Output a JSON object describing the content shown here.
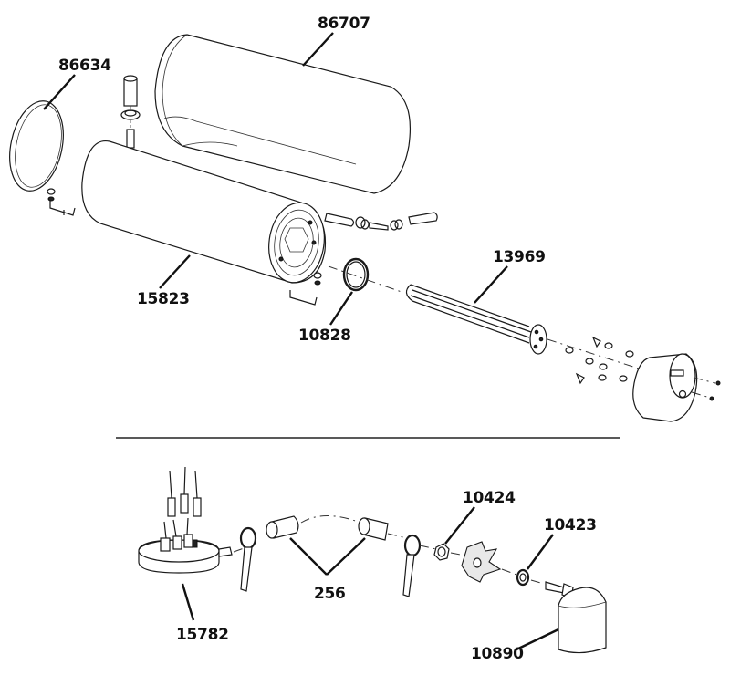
{
  "diagram": {
    "upper_section": {
      "part_labels": {
        "p86707": "86707",
        "p86634": "86634",
        "p15823": "15823",
        "p10828": "10828",
        "p13969": "13969"
      }
    },
    "lower_section": {
      "part_labels": {
        "p10424": "10424",
        "p10423": "10423",
        "p256": "256",
        "p15782": "15782",
        "p10890": "10890"
      }
    }
  }
}
